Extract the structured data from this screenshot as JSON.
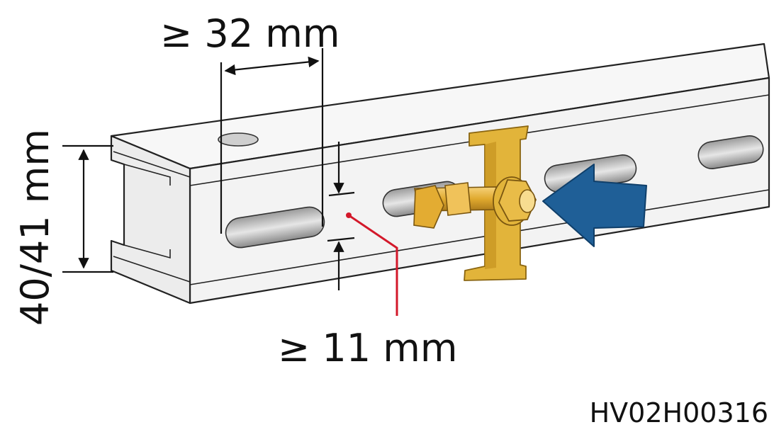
{
  "labels": {
    "width_min": "≥ 32 mm",
    "height": "40/41 mm",
    "lip_min": "≥ 11 mm",
    "figure_code": "HV02H00316"
  },
  "colors": {
    "rail_fill": "#f4f4f4",
    "rail_stroke": "#222222",
    "bracket": "#e2b43a",
    "bracket_dark": "#b8881c",
    "arrow": "#1f5f97",
    "callout_line": "#d3182a"
  },
  "icons": {
    "insert_direction": "arrow-left-icon",
    "dimension_arrows": "double-arrow-icon"
  }
}
